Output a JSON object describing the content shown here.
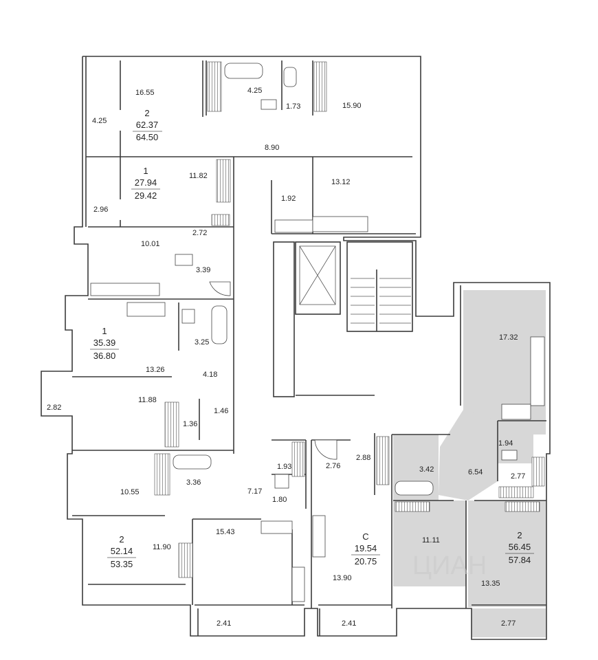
{
  "colors": {
    "wall": "#3a3a3a",
    "highlight": "#d7d7d7",
    "text": "#222222"
  },
  "watermark": "ЦИАН",
  "apartments": [
    {
      "id": "a1",
      "rooms": "2",
      "living": "62.37",
      "total": "64.50"
    },
    {
      "id": "a2",
      "rooms": "1",
      "living": "27.94",
      "total": "29.42"
    },
    {
      "id": "a3",
      "rooms": "1",
      "living": "35.39",
      "total": "36.80"
    },
    {
      "id": "a4",
      "rooms": "2",
      "living": "52.14",
      "total": "53.35"
    },
    {
      "id": "a5",
      "rooms": "С",
      "living": "19.54",
      "total": "20.75"
    },
    {
      "id": "a6",
      "rooms": "2",
      "living": "56.45",
      "total": "57.84"
    }
  ],
  "areas": [
    "16.55",
    "4.25",
    "4.25",
    "1.73",
    "15.90",
    "8.90",
    "11.82",
    "2.96",
    "1.92",
    "13.12",
    "2.72",
    "10.01",
    "3.39",
    "3.25",
    "13.26",
    "4.18",
    "11.88",
    "2.82",
    "1.36",
    "1.46",
    "10.55",
    "3.36",
    "7.17",
    "1.93",
    "1.80",
    "15.43",
    "11.90",
    "2.41",
    "2.76",
    "2.88",
    "3.42",
    "6.54",
    "1.94",
    "2.77",
    "11.11",
    "13.90",
    "2.41",
    "13.35",
    "2.77",
    "17.32"
  ]
}
